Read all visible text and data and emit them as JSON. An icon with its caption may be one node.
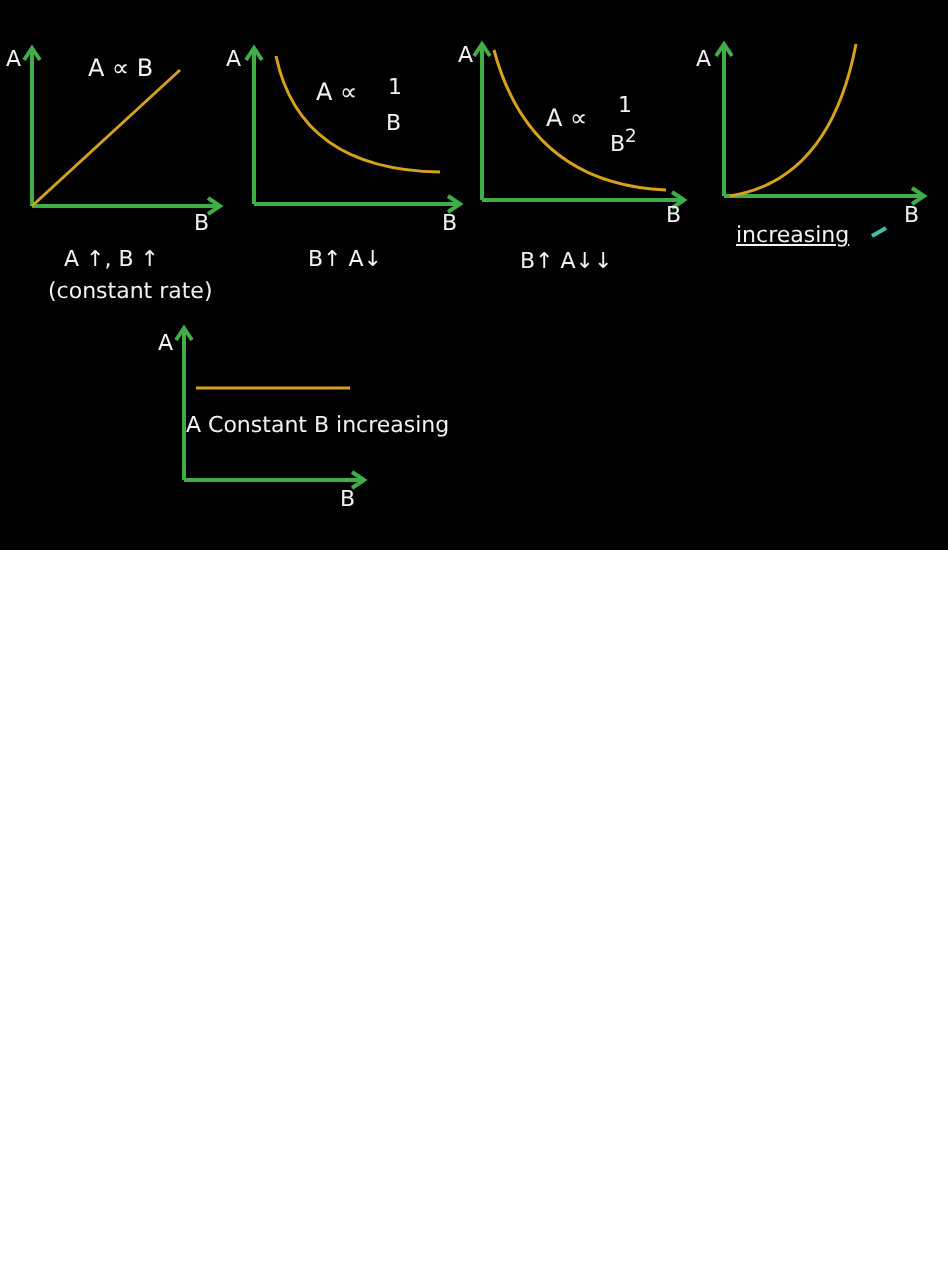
{
  "diagram": {
    "labels": [
      "A",
      "A ∝ B",
      "B",
      "A ↑, B ↑",
      "(constant rate)",
      "A",
      "A ∝",
      "1",
      "B",
      "B",
      "B↑ A↓",
      "A",
      "A ∝",
      "1",
      "B$^{2}$",
      "B",
      "B↑ A↓↓",
      "A",
      "B",
      "increasing",
      "A",
      "A Constant B increasing",
      "B"
    ]
  }
}
